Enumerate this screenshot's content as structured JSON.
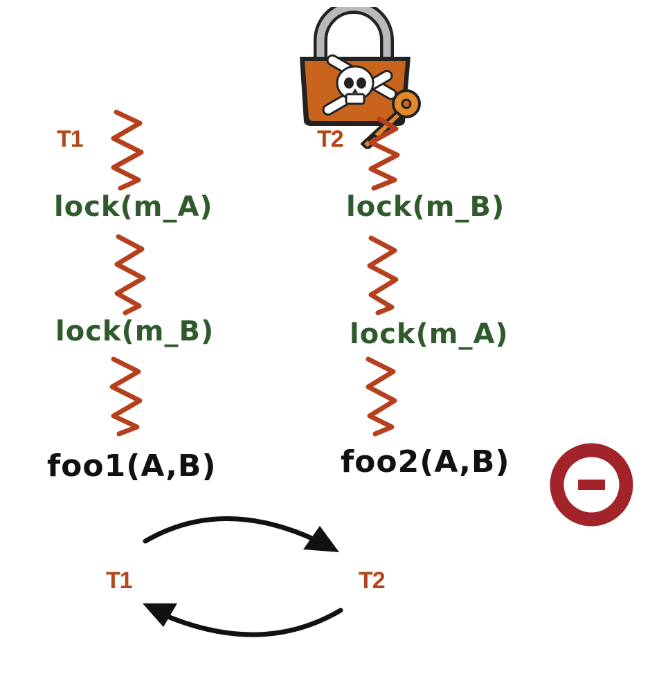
{
  "threads": {
    "t1_label": "T1",
    "t2_label": "T2"
  },
  "thread1": {
    "lock_first": "lock(m_A)",
    "lock_second": "lock(m_B)",
    "call": "foo1(A,B)"
  },
  "thread2": {
    "lock_first": "lock(m_B)",
    "lock_second": "lock(m_A)",
    "call": "foo2(A,B)"
  },
  "cycle": {
    "left_label": "T1",
    "right_label": "T2"
  },
  "icons": {
    "padlock": "padlock-skull-icon",
    "key": "key-icon",
    "blocked": "no-entry-icon"
  },
  "colors": {
    "thread_label": "#b5451b",
    "squiggle": "#b5401e",
    "lock_text": "#2f5a2b",
    "call_text": "#111111",
    "padlock_body": "#c8641c",
    "no_entry": "#a3232b"
  }
}
